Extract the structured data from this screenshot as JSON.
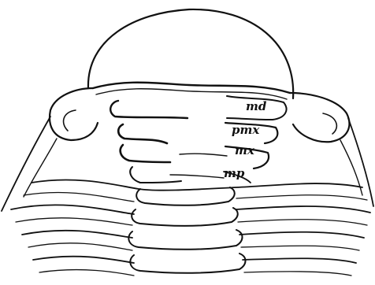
{
  "labels": {
    "md": "md",
    "pmx": "pmx",
    "mx": "mx",
    "mp": "mp"
  },
  "colors": {
    "ink": "#111111",
    "paper": "#ffffff"
  }
}
